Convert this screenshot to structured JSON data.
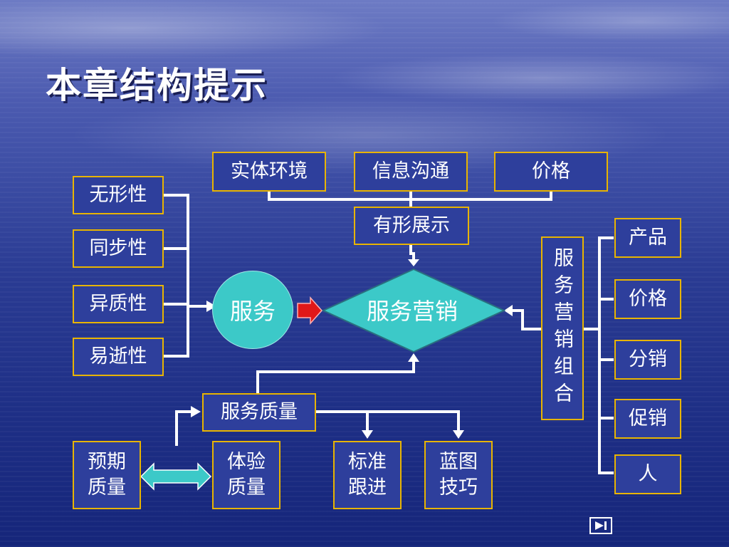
{
  "title": "本章结构提示",
  "characteristics": [
    "无形性",
    "同步性",
    "异质性",
    "易逝性"
  ],
  "service": "服务",
  "service_marketing": "服务营销",
  "tangibles": {
    "items": [
      "实体环境",
      "信息沟通",
      "价格"
    ],
    "label": "有形展示"
  },
  "marketing_mix": {
    "label": "服务营销组合",
    "items": [
      "产品",
      "价格",
      "分销",
      "促销",
      "人"
    ]
  },
  "quality": {
    "label": "服务质量",
    "expected": "预期\n质量",
    "experienced": "体验\n质量",
    "standards": "标准\n跟进",
    "blueprint": "蓝图\n技巧"
  },
  "colors": {
    "box_border": "#e8b400",
    "circle": "#3cc9c8",
    "diamond": "#3cc9c8",
    "arrow_red": "#e01818",
    "connector": "#ffffff"
  },
  "icons": {
    "nav": "next-slide-icon"
  }
}
